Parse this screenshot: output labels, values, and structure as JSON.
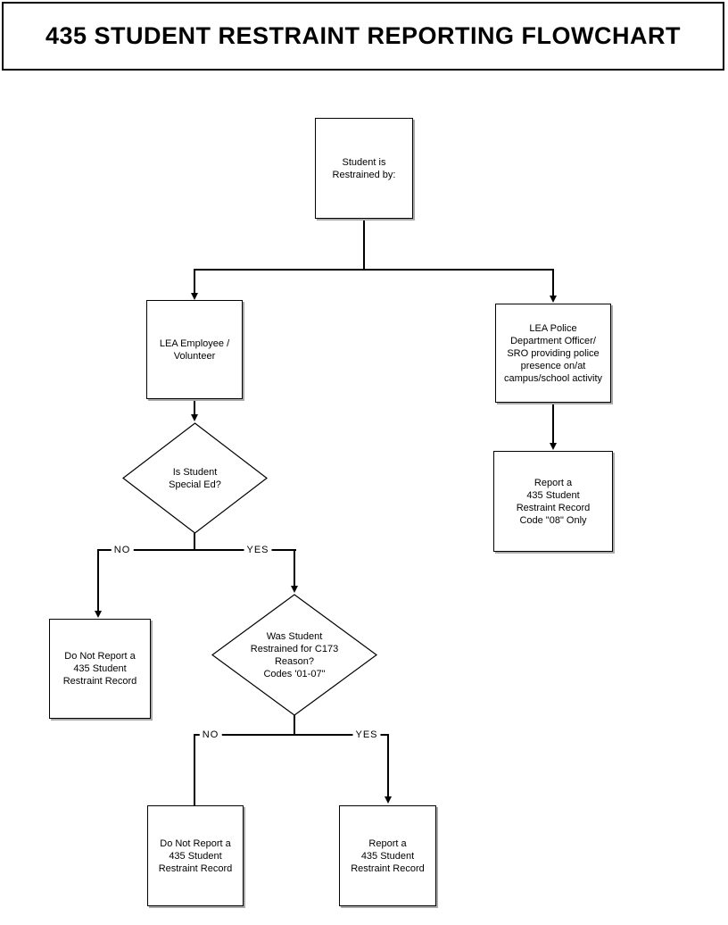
{
  "title": "435 STUDENT RESTRAINT REPORTING FLOWCHART",
  "nodes": {
    "start": {
      "text": "Student is\nRestrained by:"
    },
    "lea_employee": {
      "text": "LEA Employee /\nVolunteer"
    },
    "lea_police": {
      "text": "LEA Police\nDepartment Officer/\nSRO providing police\npresence on/at\ncampus/school activity"
    },
    "report_code_08": {
      "text": "Report a\n435 Student\nRestraint Record\nCode \"08\" Only"
    },
    "special_ed_decision": {
      "text": "Is Student\nSpecial Ed?"
    },
    "do_not_report_special_ed": {
      "text": "Do Not Report a\n435 Student\nRestraint Record"
    },
    "c173_decision": {
      "text": "Was Student\nRestrained for C173\nReason?\nCodes '01-07\""
    },
    "do_not_report_c173": {
      "text": "Do Not Report a\n435 Student\nRestraint Record"
    },
    "report_c173": {
      "text": "Report a\n435 Student\nRestraint Record"
    }
  },
  "edge_labels": {
    "special_ed_no": "NO",
    "special_ed_yes": "YES",
    "c173_no": "NO",
    "c173_yes": "YES"
  },
  "colors": {
    "line": "#000000",
    "box_border": "#000000",
    "box_shadow": "#a9a9a9",
    "background": "#ffffff",
    "text": "#000000"
  }
}
